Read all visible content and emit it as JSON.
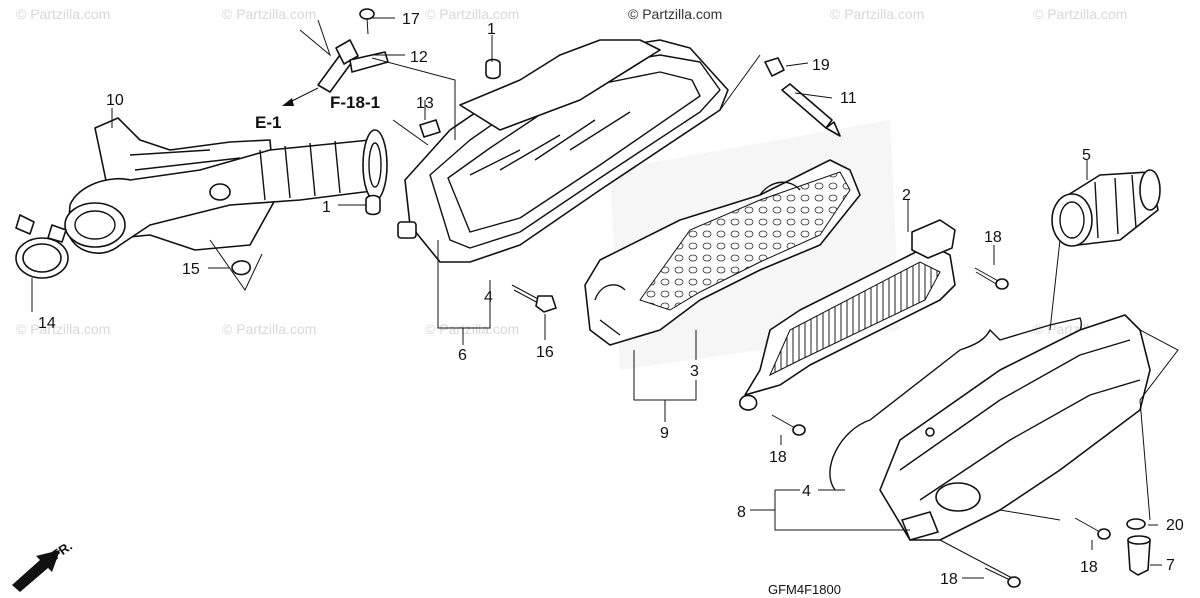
{
  "watermarks": {
    "primary": "© Partzilla.com",
    "repeat": "© Partzilla.com"
  },
  "diagram_code": "GFM4F1800",
  "direction_label": "FR.",
  "references": {
    "e1": "E-1",
    "f181": "F-18-1"
  },
  "callouts": {
    "c1a": "1",
    "c1b": "1",
    "c2": "2",
    "c3": "3",
    "c4a": "4",
    "c4b": "4",
    "c5": "5",
    "c6": "6",
    "c7": "7",
    "c8": "8",
    "c9": "9",
    "c10": "10",
    "c11": "11",
    "c12": "12",
    "c13": "13",
    "c14": "14",
    "c15": "15",
    "c16": "16",
    "c17": "17",
    "c18a": "18",
    "c18b": "18",
    "c18c": "18",
    "c18d": "18",
    "c19": "19",
    "c20": "20"
  }
}
